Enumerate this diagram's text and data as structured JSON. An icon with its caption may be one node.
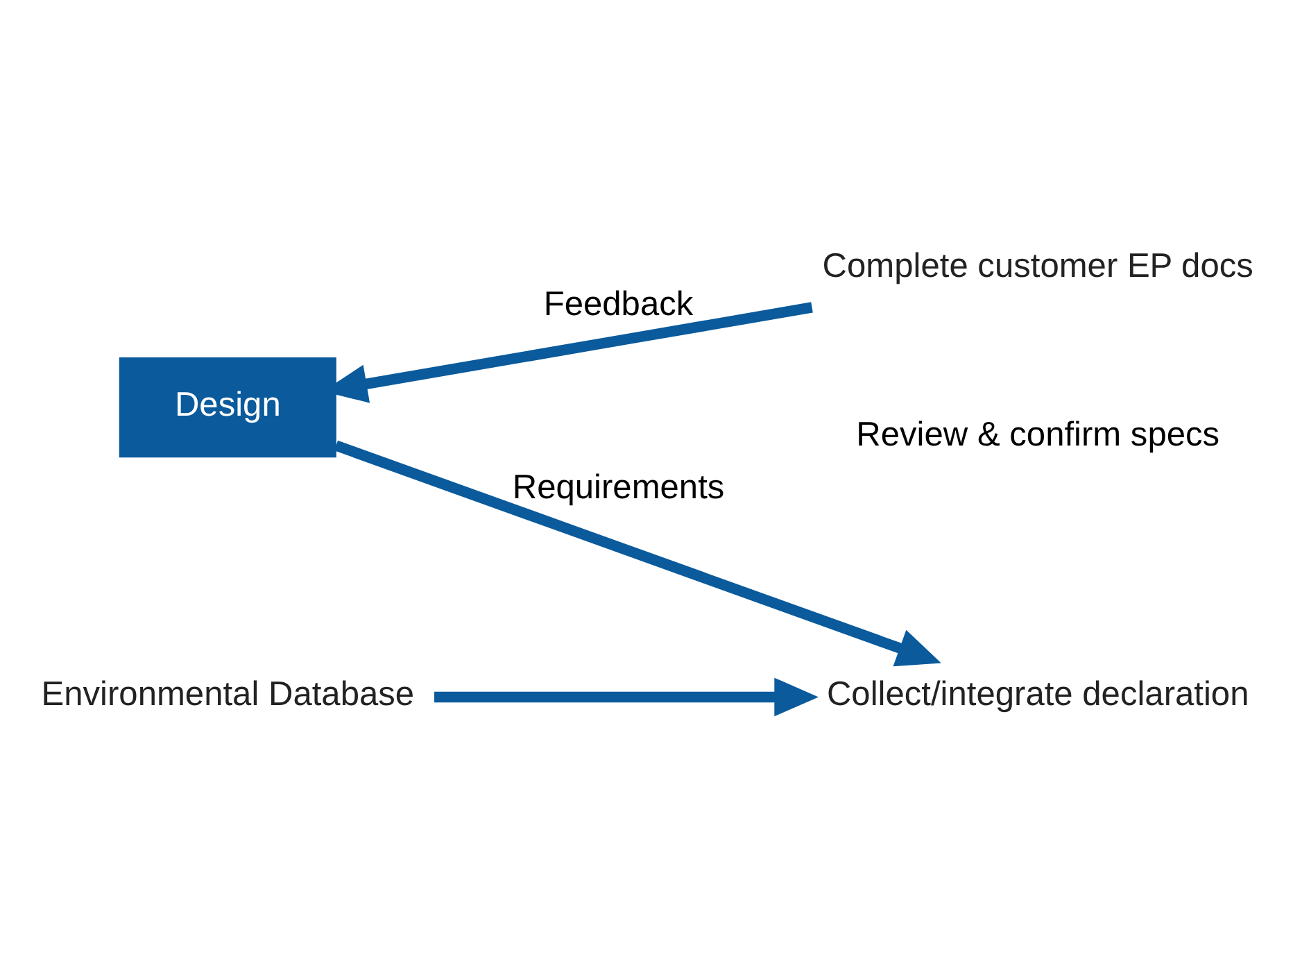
{
  "diagram": {
    "nodes": [
      {
        "text": [
          "Design"
        ]
      },
      {
        "text": [
          "Collect/integrate declaration"
        ]
      },
      {
        "text": [
          "Complete customer EP docs"
        ]
      },
      {
        "text": [
          "Environmental Database"
        ]
      }
    ],
    "edges": [
      {
        "from": 0,
        "to": 1,
        "arrow": "to",
        "label": "Requirements"
      },
      {
        "from": 3,
        "to": 1,
        "arrow": "to"
      },
      {
        "from": 2,
        "to": 0,
        "arrow": "to",
        "label": "Feedback"
      }
    ],
    "labels": [
      "Review & confirm specs"
    ]
  }
}
